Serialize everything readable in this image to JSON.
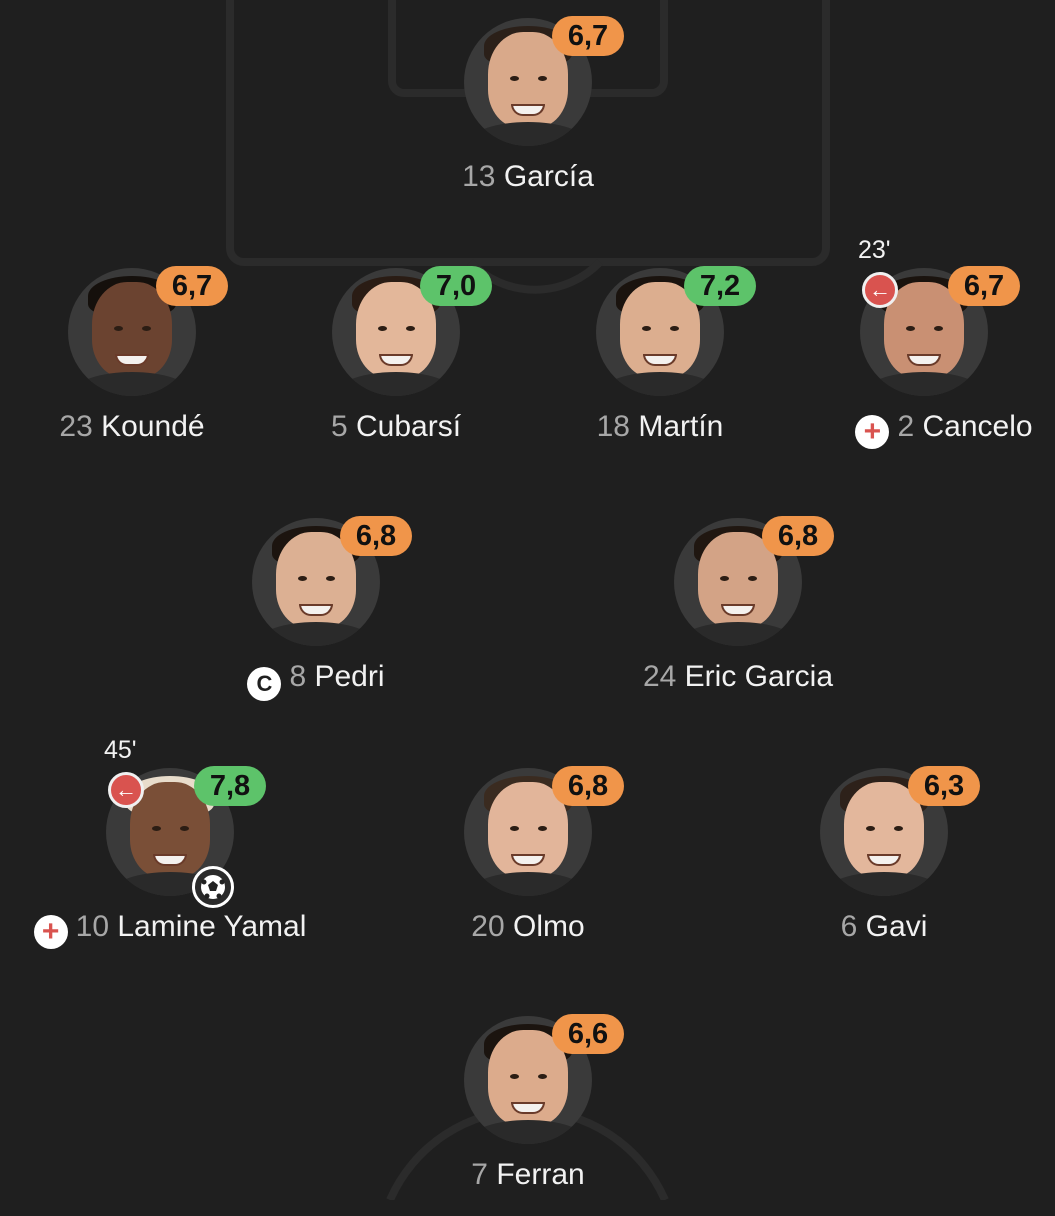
{
  "colors": {
    "background": "#1f1f1f",
    "line": "#2b2b2b",
    "rating_orange": "#f0954a",
    "rating_green": "#5dc36a",
    "sub_red": "#d9534f"
  },
  "players": [
    {
      "number": "13",
      "name": "García",
      "rating": "6,7",
      "rating_color": "orange",
      "skin": "#d9a98a",
      "hair": "#2b2019"
    },
    {
      "number": "23",
      "name": "Koundé",
      "rating": "6,7",
      "rating_color": "orange",
      "skin": "#6b4330",
      "hair": "#15100c"
    },
    {
      "number": "5",
      "name": "Cubarsí",
      "rating": "7,0",
      "rating_color": "green",
      "skin": "#e3b79a",
      "hair": "#2a1c14"
    },
    {
      "number": "18",
      "name": "Martín",
      "rating": "7,2",
      "rating_color": "green",
      "skin": "#dcae8f",
      "hair": "#1a130e"
    },
    {
      "number": "2",
      "name": "Cancelo",
      "rating": "6,7",
      "rating_color": "orange",
      "skin": "#c99073",
      "hair": "#1a130e",
      "sub_minute": "23'",
      "injured": true
    },
    {
      "number": "8",
      "name": "Pedri",
      "rating": "6,8",
      "rating_color": "orange",
      "skin": "#dcb093",
      "hair": "#1c140f",
      "captain": true
    },
    {
      "number": "24",
      "name": "Eric Garcia",
      "rating": "6,8",
      "rating_color": "orange",
      "skin": "#d3a386",
      "hair": "#201711"
    },
    {
      "number": "10",
      "name": "Lamine Yamal",
      "rating": "7,8",
      "rating_color": "green",
      "skin": "#7a4f37",
      "hair": "#e8dccb",
      "sub_minute": "45'",
      "injured": true,
      "goal": true
    },
    {
      "number": "20",
      "name": "Olmo",
      "rating": "6,8",
      "rating_color": "orange",
      "skin": "#e2b59a",
      "hair": "#3a2b20"
    },
    {
      "number": "6",
      "name": "Gavi",
      "rating": "6,3",
      "rating_color": "orange",
      "skin": "#e3b79c",
      "hair": "#2d211a"
    },
    {
      "number": "7",
      "name": "Ferran",
      "rating": "6,6",
      "rating_color": "orange",
      "skin": "#dcab8c",
      "hair": "#1b140f"
    }
  ],
  "icons": {
    "substitution": "arrow-left-icon",
    "injury": "plus-icon",
    "captain": "captain-c-icon",
    "goal": "football-icon"
  }
}
